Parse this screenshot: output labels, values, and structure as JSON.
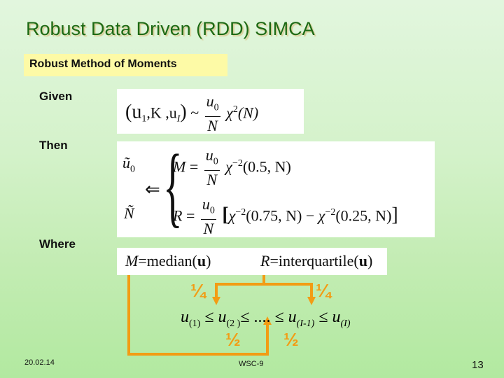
{
  "slide": {
    "title": "Robust Data Driven (RDD) SIMCA",
    "subtitle": "Robust Method of Moments",
    "labels": {
      "given": "Given",
      "then": "Then",
      "where": "Where"
    },
    "given_formula": {
      "lhs_open": "(u",
      "lhs_sub1": "1",
      "lhs_mid": ",K ,u",
      "lhs_subI": "I",
      "lhs_close": ")",
      "tilde": "~",
      "frac_num": "u",
      "frac_num_sub": "0",
      "frac_den": "N",
      "chi": "χ",
      "chi_sup": "2",
      "arg": "(N)"
    },
    "then_formula": {
      "u0_tilde": "ũ",
      "u0_sub": "0",
      "N_tilde": "Ñ",
      "arrow": "⇐",
      "brace": "{",
      "M_row": {
        "lhs": "M",
        "eq": "=",
        "frac_num": "u",
        "frac_num_sub": "0",
        "frac_den": "N",
        "chi": "χ",
        "chi_sup": "−2",
        "arg": "(0.5, N)"
      },
      "R_row": {
        "lhs": "R",
        "eq": "=",
        "frac_num": "u",
        "frac_num_sub": "0",
        "frac_den": "N",
        "bracket_open": "[",
        "chi1": "χ",
        "chi1_sup": "−2",
        "arg1": "(0.75, N)",
        "minus": "−",
        "chi2": "χ",
        "chi2_sup": "−2",
        "arg2": "(0.25, N)",
        "bracket_close": "]"
      }
    },
    "where_formula": {
      "M_var": "M",
      "M_def": "=median(",
      "M_arg": "u",
      "M_close": ")",
      "R_var": "R",
      "R_def": "=interquartile(",
      "R_arg": "u",
      "R_close": ")"
    },
    "order_statistics": {
      "u": "u",
      "sub1": "(1)",
      "sub2": "(2 )",
      "dots": "....",
      "subIm1": "(I-1)",
      "subI": "(I)",
      "leq": "≤"
    },
    "fractions": {
      "quarter_left": "¼",
      "quarter_right": "¼",
      "half_left": "½",
      "half_right": "½"
    },
    "colors": {
      "title": "#1d6a14",
      "subtitle_bg": "#fdfaa6",
      "accent_orange": "#f29c14",
      "bg_top": "#e2f6de",
      "bg_bottom": "#b2e9a0"
    }
  },
  "footer": {
    "date": "20.02.14",
    "center": "WSC-9",
    "page": "13"
  }
}
